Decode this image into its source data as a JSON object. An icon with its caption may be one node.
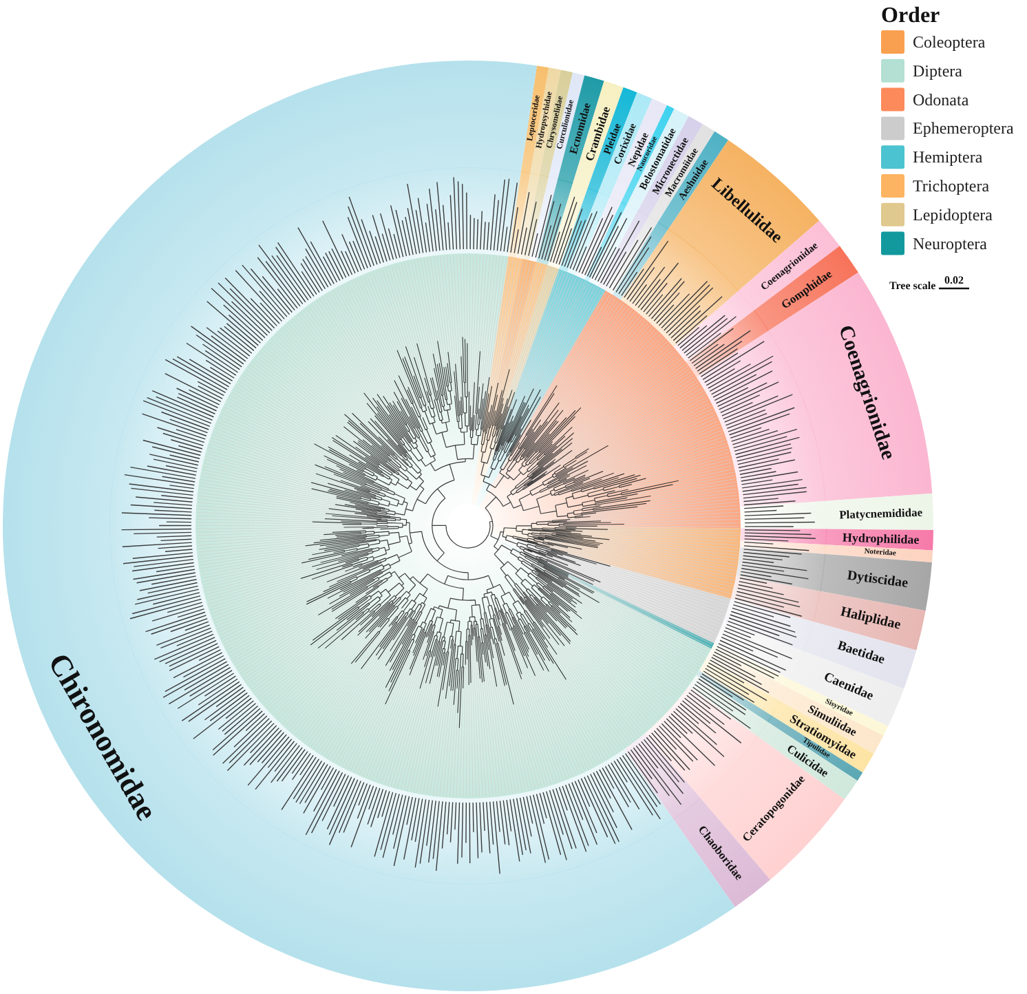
{
  "diagram": {
    "nodes": [
      {
        "text": [
          "Leptoceridae"
        ]
      },
      {
        "text": [
          "Hydropsychidae"
        ]
      },
      {
        "text": [
          "Chrysomelidae"
        ]
      },
      {
        "text": [
          "Curculionidae"
        ]
      },
      {
        "text": [
          "Ecnomidae"
        ]
      },
      {
        "text": [
          "Crambidae"
        ]
      },
      {
        "text": [
          "Pleidae"
        ]
      },
      {
        "text": [
          "Corixidae"
        ]
      },
      {
        "text": [
          "Nepidae"
        ]
      },
      {
        "text": [
          "Naucoridae"
        ]
      },
      {
        "text": [
          "Belostomatidae"
        ]
      },
      {
        "text": [
          "Micronectidae"
        ]
      },
      {
        "text": [
          "Macromiidae"
        ]
      },
      {
        "text": [
          "Aeshnidae"
        ]
      },
      {
        "text": [
          "Libellulidae"
        ]
      },
      {
        "text": [
          "Coenagrionidae"
        ]
      },
      {
        "text": [
          "Gomphidae"
        ]
      },
      {
        "text": [
          "Coenagrionidae"
        ]
      },
      {
        "text": [
          "Platycnemididae"
        ]
      },
      {
        "text": [
          "Hydrophilidae"
        ]
      },
      {
        "text": [
          "Noteridae"
        ]
      },
      {
        "text": [
          "Dytiscidae"
        ]
      },
      {
        "text": [
          "Haliplidae"
        ]
      },
      {
        "text": [
          "Baetidae"
        ]
      },
      {
        "text": [
          "Caenidae"
        ]
      },
      {
        "text": [
          "Sisyridae"
        ]
      },
      {
        "text": [
          "Simuliidae"
        ]
      },
      {
        "text": [
          "Stratiomyidae"
        ]
      },
      {
        "text": [
          "Tipulidae"
        ]
      },
      {
        "text": [
          "Culicidae"
        ]
      },
      {
        "text": [
          "Ceratopogonidae"
        ]
      },
      {
        "text": [
          "Chaoboridae"
        ]
      },
      {
        "text": [
          "Chironomidae"
        ]
      }
    ],
    "labels": [
      "Order",
      "Tree scale",
      "0.02"
    ],
    "legend": [
      {
        "text": "Coleoptera",
        "color": "#f9a050"
      },
      {
        "text": "Diptera",
        "color": "#b3e0d2"
      },
      {
        "text": "Odonata",
        "color": "#fc8a5a"
      },
      {
        "text": "Ephemeroptera",
        "color": "#cccccc"
      },
      {
        "text": "Hemiptera",
        "color": "#4cc3d0"
      },
      {
        "text": "Trichoptera",
        "color": "#fdb462"
      },
      {
        "text": "Lepidoptera",
        "color": "#e0c98e"
      },
      {
        "text": "Neuroptera",
        "color": "#12999e"
      }
    ]
  }
}
